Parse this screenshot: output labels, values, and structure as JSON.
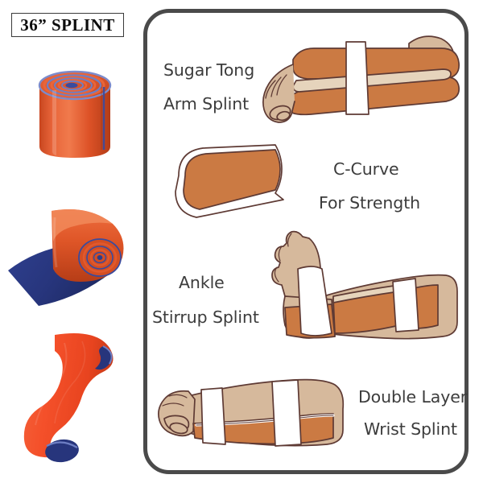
{
  "title_badge": {
    "text": "36” SPLINT"
  },
  "product_photos": [
    {
      "name": "rolled-splint-upright",
      "description": "Splint rolled into an upright cylinder showing concentric orange and blue spiral rings on top",
      "colors": {
        "outer": "#E0592E",
        "inner": "#2B3E8C",
        "ring_light": "#6E7FC4"
      }
    },
    {
      "name": "rolled-splint-unrolled",
      "description": "Partially unrolled splint roll, orange exterior with navy blue interior tail laid flat",
      "colors": {
        "outer": "#E0592E",
        "inner": "#2B3E8C"
      }
    },
    {
      "name": "s-curved-splint",
      "description": "Flexible splint bent into an S curve, orange outer face and blue inner face",
      "colors": {
        "outer": "#F0512A",
        "inner": "#2B3E8C"
      }
    }
  ],
  "illustrations": [
    {
      "id": "sugar-tong",
      "label_line1": "Sugar Tong",
      "label_line2": "Arm Splint",
      "art_name": "sugar-tong-arm-splint-diagram"
    },
    {
      "id": "c-curve",
      "label_line1": "C-Curve",
      "label_line2": "For Strength",
      "art_name": "c-curve-cross-section-diagram"
    },
    {
      "id": "ankle-stirrup",
      "label_line1": "Ankle",
      "label_line2": "Stirrup Splint",
      "art_name": "ankle-stirrup-splint-diagram"
    },
    {
      "id": "double-layer-wrist",
      "label_line1": "Double Layer",
      "label_line2": "Wrist Splint",
      "art_name": "double-layer-wrist-splint-diagram"
    }
  ],
  "palette": {
    "splint_orange_illustration": "#CB7A43",
    "splint_orange_photo": "#E0592E",
    "splint_blue": "#2B3E8C",
    "skin_tone": "#D6B99C",
    "outline": "#5E3A34",
    "frame_border": "#4A4A4A",
    "label_text": "#3C3C3C",
    "background": "#FFFFFF"
  }
}
